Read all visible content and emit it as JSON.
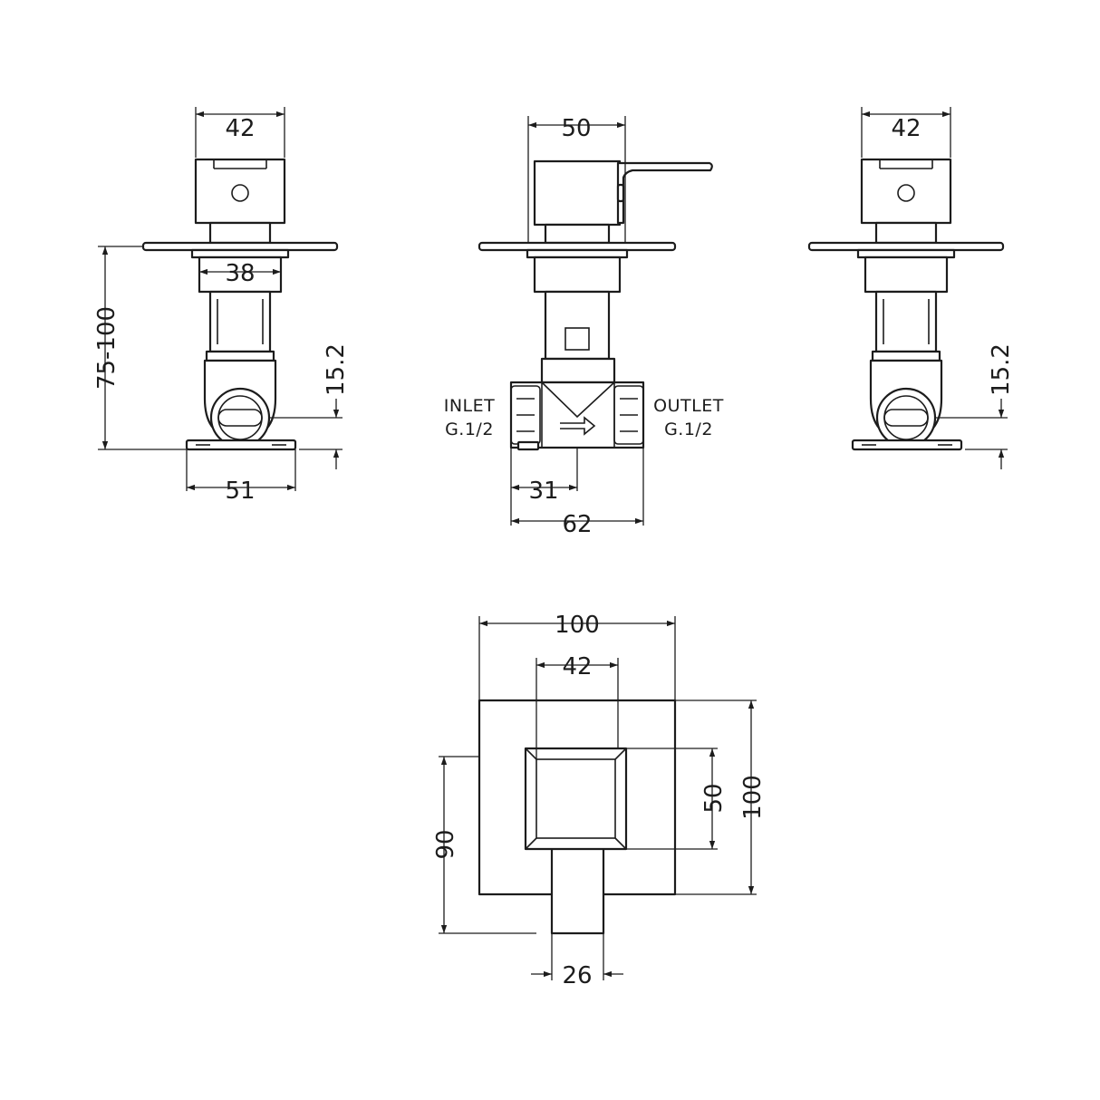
{
  "views": {
    "side_left": {
      "top_width": "42",
      "body_width": "38",
      "height_range": "75-100",
      "inlet_offset": "15.2",
      "base_width": "51"
    },
    "front": {
      "top_width": "50",
      "inlet_label": "INLET",
      "inlet_thread": "G.1/2",
      "outlet_label": "OUTLET",
      "outlet_thread": "G.1/2",
      "half_width": "31",
      "body_width": "62"
    },
    "side_right": {
      "top_width": "42",
      "inlet_offset": "15.2"
    },
    "plan": {
      "plate_width": "100",
      "handle_width": "42",
      "handle_height": "50",
      "plate_height": "100",
      "lever_reach": "90",
      "lever_width": "26"
    }
  }
}
